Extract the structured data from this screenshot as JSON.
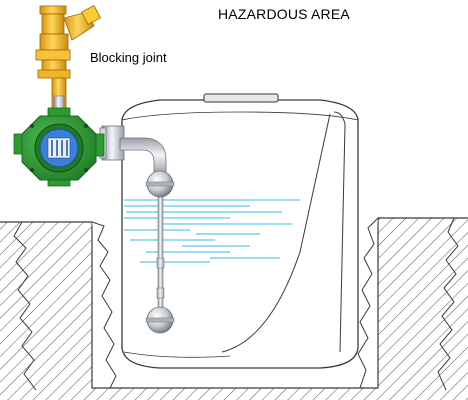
{
  "labels": {
    "area": "HAZARDOUS AREA",
    "joint": "Blocking joint"
  },
  "colors": {
    "ground_hatch": "#555555",
    "ground_fill": "#ffffff",
    "tank_outline": "#3a3a3a",
    "tank_fill": "#ffffff",
    "liquid_lines": "#5fc8e6",
    "fitting_yellow": "#f2b423",
    "fitting_yellow_dark": "#b8800f",
    "enclosure_green": "#2d9b32",
    "enclosure_green_dark": "#1a6a20",
    "enclosure_window": "#3b7fd9",
    "pipe_steel": "#cfd3d8",
    "float_steel": "#c9ccd1"
  },
  "icons": {
    "joint": "yellow-y-strainer-fitting",
    "enclosure": "green-explosion-proof-junction-box",
    "sensor": "level-float-switch"
  }
}
